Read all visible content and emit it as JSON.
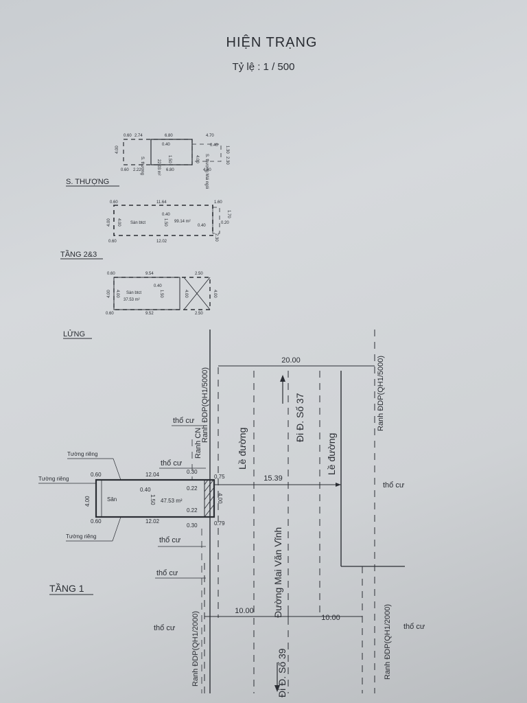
{
  "title": "HIỆN TRẠNG",
  "scale": "Tỷ lệ  : 1 / 500",
  "floors": {
    "s_thuong": {
      "label": "S. THƯỢNG",
      "dims": [
        "0.60",
        "2.74",
        "6.80",
        "4.70",
        "0.40",
        "0.40",
        "4.00",
        "1.50",
        "4.00",
        "1.30",
        "2.30",
        "0.60",
        "2.22",
        "6.80",
        "4.40"
      ],
      "rooms": [
        "S. thượng",
        "22.03 m²",
        "S. thượng Mái ngói"
      ]
    },
    "tang_23": {
      "label": "TẦNG 2&3",
      "dims": [
        "0.60",
        "11.64",
        "1.60",
        "1.70",
        "0.20",
        "0.40",
        "0.40",
        "1.50",
        "4.00",
        "4.00",
        "2.30",
        "0.60",
        "12.02"
      ],
      "room": "Sàn btct",
      "area": "99.14 m²"
    },
    "lung": {
      "label": "LỬNG",
      "dims": [
        "0.60",
        "9.54",
        "2.50",
        "0.40",
        "1.50",
        "4.00",
        "4.00",
        "4.00",
        "4.00",
        "0.60",
        "9.52",
        "2.50"
      ],
      "room": "Sàn btct",
      "area": "37.53 m²"
    },
    "tang_1": {
      "label": "TẦNG 1",
      "dims": [
        "0.60",
        "12.04",
        "0.30",
        "0.75",
        "0.40",
        "1.50",
        "0.22",
        "0.22",
        "4.00",
        "4.00",
        "0.60",
        "12.02",
        "0.30",
        "0.79"
      ],
      "room": "Sân",
      "area": "47.53 m²"
    }
  },
  "site": {
    "wall_labels": [
      "Tường riêng",
      "Tường riêng",
      "Tường riêng"
    ],
    "tho_cu": "thổ cư",
    "ranh_cn": "Ranh CN",
    "ranh_5000": "Ranh ĐDP(QH1/5000)",
    "ranh_2000": "Ranh ĐDP(QH1/2000)",
    "le_duong": "Lề đường",
    "street": "Đường Mai Văn Vĩnh",
    "di_37": "Đi Đ. Số 37",
    "di_39": "Đi Đ. Số 39",
    "width_20": "20.00",
    "width_1539": "15.39",
    "width_10a": "10.00",
    "width_10b": "10.00"
  }
}
